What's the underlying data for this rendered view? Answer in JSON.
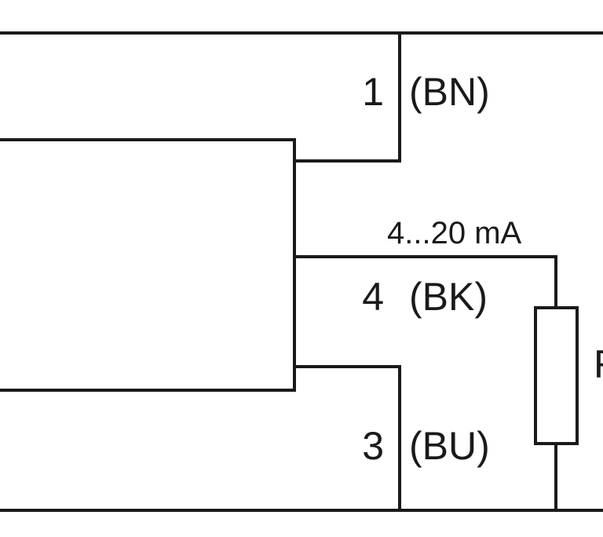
{
  "diagram": {
    "pins": [
      {
        "number": "1",
        "color_code": "(BN)"
      },
      {
        "number": "4",
        "color_code": "(BK)"
      },
      {
        "number": "3",
        "color_code": "(BU)"
      }
    ],
    "output_signal": "4...20 mA",
    "load_label": "R",
    "line_color": "#1a1a1a",
    "background_color": "#ffffff"
  }
}
